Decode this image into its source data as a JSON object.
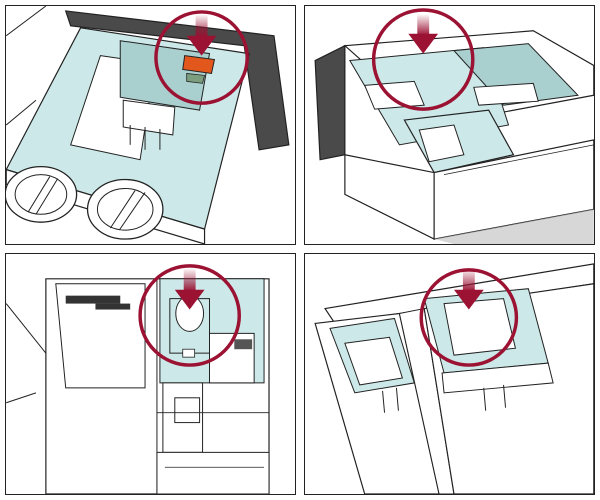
{
  "colors": {
    "outline": "#222222",
    "glass": "#cde8e8",
    "glass_dark": "#a9cfcf",
    "dark_frame": "#4a4a4a",
    "highlight_ring": "#9b1233",
    "arrow": "#9b1233",
    "orange_tab": "#e2571b",
    "shadow": "#bdbdbd"
  },
  "icons": [
    "down-arrow-icon",
    "highlight-circle-icon"
  ],
  "panels": [
    {
      "id": "top-left",
      "subject": "dispenser-drawer-with-orange-release-tab"
    },
    {
      "id": "top-right",
      "subject": "dispenser-drawer-front-view"
    },
    {
      "id": "bottom-left",
      "subject": "dispenser-drawer-top-view-insert"
    },
    {
      "id": "bottom-right",
      "subject": "dispenser-drawer-compartments"
    }
  ]
}
